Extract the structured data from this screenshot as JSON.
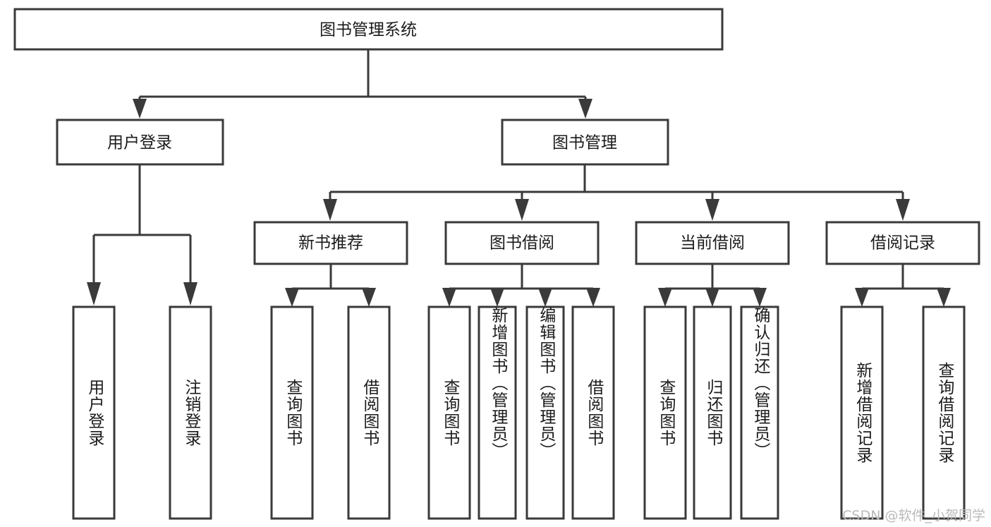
{
  "diagram": {
    "type": "tree",
    "title": "图书管理系统",
    "orientation": "top-down",
    "colors": {
      "stroke": "#3a3a3a",
      "fill": "#ffffff",
      "text": "#1b1b1b",
      "background": "#ffffff",
      "watermark": "#b9b9b9"
    },
    "root": {
      "label": "图书管理系统"
    },
    "level2": [
      {
        "label": "用户登录"
      },
      {
        "label": "图书管理"
      }
    ],
    "level3": [
      {
        "label": "新书推荐"
      },
      {
        "label": "图书借阅"
      },
      {
        "label": "当前借阅"
      },
      {
        "label": "借阅记录"
      }
    ],
    "leaves": {
      "user_login": [
        {
          "label": "用户登录"
        },
        {
          "label": "注销登录"
        }
      ],
      "new_book_recommend": [
        {
          "label": "查询图书"
        },
        {
          "label": "借阅图书"
        }
      ],
      "book_borrow": [
        {
          "label": "查询图书"
        },
        {
          "label": "新增图书（管理员）"
        },
        {
          "label": "编辑图书（管理员）"
        },
        {
          "label": "借阅图书"
        }
      ],
      "current_borrow": [
        {
          "label": "查询图书"
        },
        {
          "label": "归还图书"
        },
        {
          "label": "确认归还（管理员）"
        }
      ],
      "borrow_record": [
        {
          "label": "新增借阅记录"
        },
        {
          "label": "查询借阅记录"
        }
      ]
    }
  },
  "watermark": {
    "text": "CSDN @软件_小贺同学"
  }
}
